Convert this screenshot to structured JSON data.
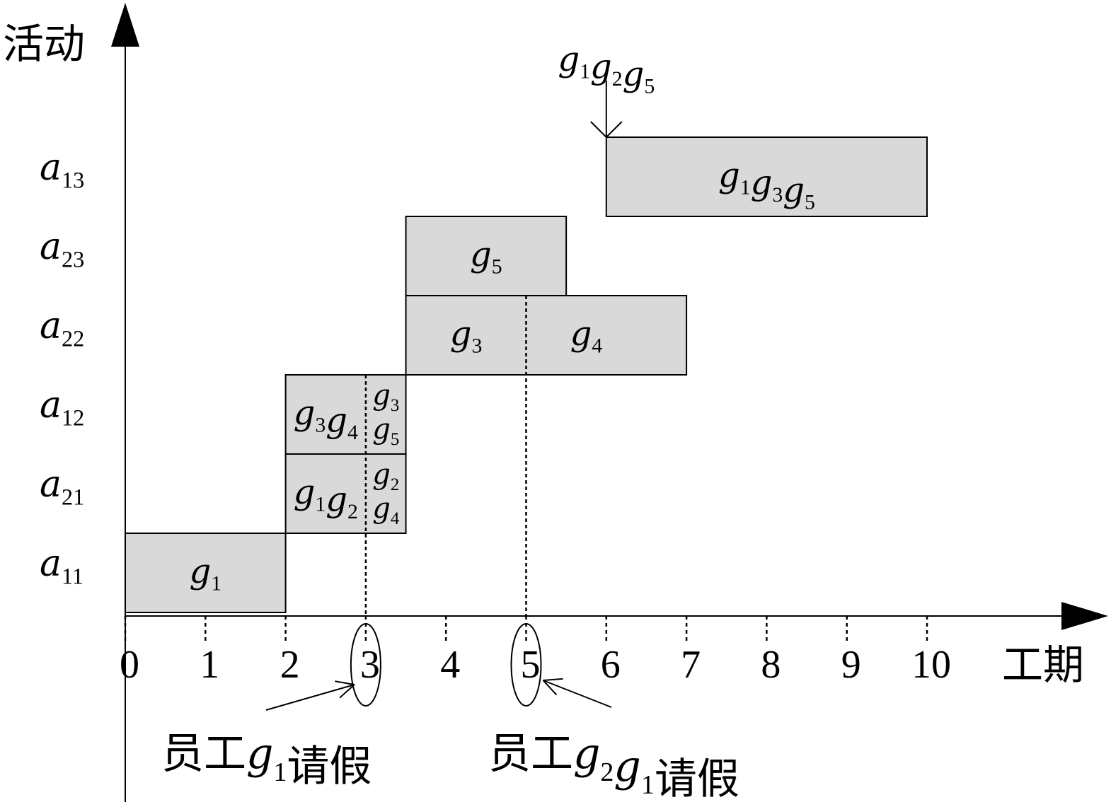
{
  "axes": {
    "y_label": "活动",
    "x_label": "工期",
    "x_ticks": [
      "0",
      "1",
      "2",
      "3",
      "4",
      "5",
      "6",
      "7",
      "8",
      "9",
      "10"
    ]
  },
  "rows": [
    {
      "base": "a",
      "sub": "13"
    },
    {
      "base": "a",
      "sub": "23"
    },
    {
      "base": "a",
      "sub": "22"
    },
    {
      "base": "a",
      "sub": "12"
    },
    {
      "base": "a",
      "sub": "21"
    },
    {
      "base": "a",
      "sub": "11"
    }
  ],
  "bars": [
    {
      "row": 0,
      "start": 6,
      "end": 10,
      "labels": [
        {
          "terms": [
            {
              "b": "g",
              "s": "1"
            },
            {
              "b": "g",
              "s": "3"
            },
            {
              "b": "g",
              "s": "5"
            }
          ]
        }
      ]
    },
    {
      "row": 1,
      "start": 3.5,
      "end": 5.5,
      "labels": [
        {
          "terms": [
            {
              "b": "g",
              "s": "5"
            }
          ]
        }
      ]
    },
    {
      "row": 2,
      "start": 3.5,
      "end": 7,
      "labels": [
        {
          "terms": [
            {
              "b": "g",
              "s": "3"
            }
          ],
          "at": 4.25
        },
        {
          "terms": [
            {
              "b": "g",
              "s": "4"
            }
          ],
          "at": 5.75
        }
      ]
    },
    {
      "row": 3,
      "start": 2,
      "end": 3.5,
      "labels": [
        {
          "terms": [
            {
              "b": "g",
              "s": "3"
            },
            {
              "b": "g",
              "s": "4"
            }
          ],
          "at": 2.5
        },
        {
          "terms": [
            {
              "b": "g",
              "s": "3"
            }
          ],
          "at": 3.25,
          "line": "upper"
        },
        {
          "terms": [
            {
              "b": "g",
              "s": "5"
            }
          ],
          "at": 3.25,
          "line": "lower"
        }
      ]
    },
    {
      "row": 4,
      "start": 2,
      "end": 3.5,
      "labels": [
        {
          "terms": [
            {
              "b": "g",
              "s": "1"
            },
            {
              "b": "g",
              "s": "2"
            }
          ],
          "at": 2.5
        },
        {
          "terms": [
            {
              "b": "g",
              "s": "2"
            }
          ],
          "at": 3.25,
          "line": "upper"
        },
        {
          "terms": [
            {
              "b": "g",
              "s": "4"
            }
          ],
          "at": 3.25,
          "line": "lower"
        }
      ]
    },
    {
      "row": 5,
      "start": 0,
      "end": 2,
      "labels": [
        {
          "terms": [
            {
              "b": "g",
              "s": "1"
            }
          ]
        }
      ]
    }
  ],
  "top_arrow_label": [
    {
      "b": "g",
      "s": "1"
    },
    {
      "b": "g",
      "s": "2"
    },
    {
      "b": "g",
      "s": "5"
    }
  ],
  "leave_events": [
    {
      "time": 3,
      "text_pre": "员工",
      "terms": [
        {
          "b": "g",
          "s": "1"
        }
      ],
      "text_post": "请假"
    },
    {
      "time": 5,
      "text_pre": "员工",
      "terms": [
        {
          "b": "g",
          "s": "2"
        },
        {
          "b": "g",
          "s": "1"
        }
      ],
      "text_post": "请假"
    }
  ],
  "colors": {
    "bar_fill": "#d9d9d9",
    "line": "#000000"
  }
}
